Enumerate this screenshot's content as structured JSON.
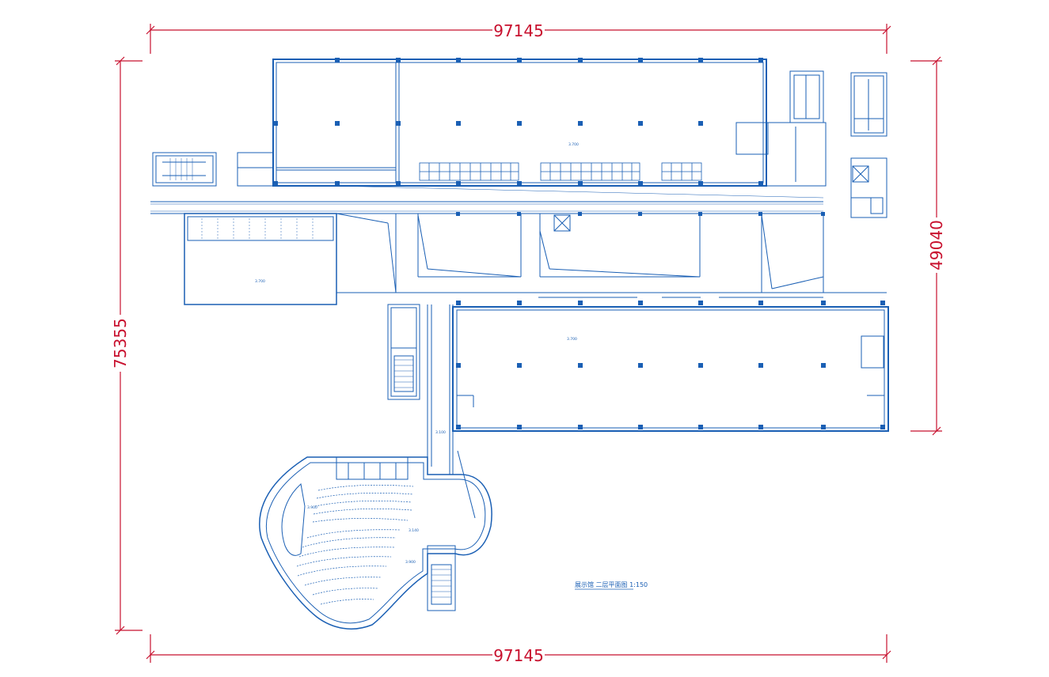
{
  "colors": {
    "plan": "#1a5fb4",
    "dimension": "#c8102e",
    "background": "#ffffff"
  },
  "dimensions": {
    "top_width": "97145",
    "bottom_width": "97145",
    "left_height": "75355",
    "right_height": "49040"
  },
  "drawing_title": "展示馆  二层平面图    1:150",
  "elevations": [
    "3.700",
    "3.700",
    "3.700",
    "3.100",
    "3.140",
    "3.900",
    "3.900"
  ]
}
